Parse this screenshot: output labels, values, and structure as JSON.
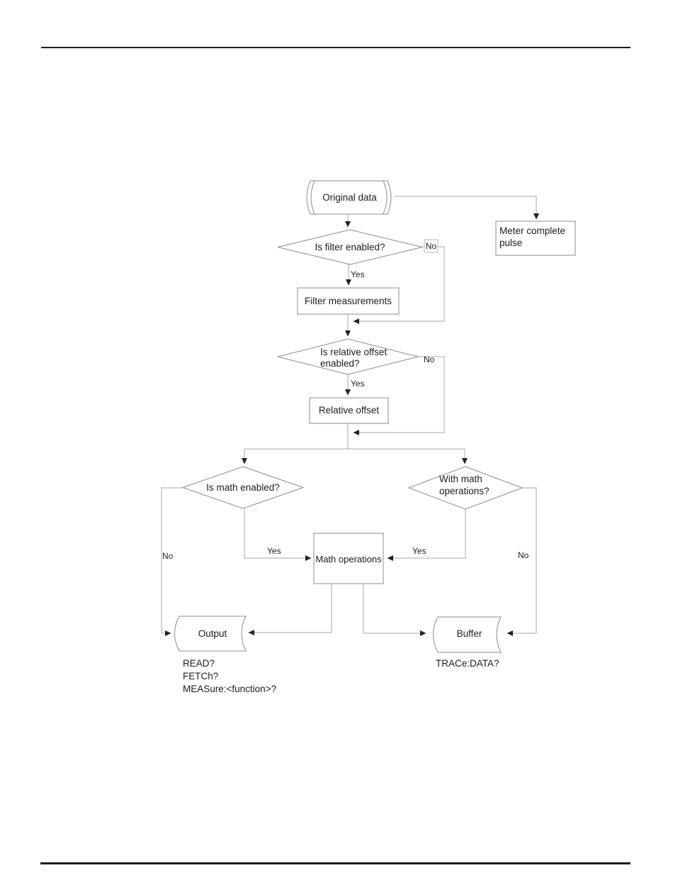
{
  "flowchart": {
    "original_data": {
      "label": "Original data"
    },
    "meter_pulse": {
      "line1": "Meter complete",
      "line2": "pulse"
    },
    "filter_decision": {
      "question": "Is filter enabled?",
      "yes": "Yes",
      "no": "No"
    },
    "filter_action": {
      "label": "Filter measurements"
    },
    "offset_decision": {
      "line1": "Is relative offset",
      "line2": "enabled?",
      "yes": "Yes",
      "no": "No"
    },
    "offset_action": {
      "label": "Relative offset"
    },
    "math_decision": {
      "question": "Is math enabled?",
      "yes": "Yes",
      "no": "No"
    },
    "with_math_decision": {
      "line1": "With math",
      "line2": "operations?",
      "yes": "Yes",
      "no": "No"
    },
    "math_action": {
      "label": "Math operations"
    },
    "output_node": {
      "label": "Output"
    },
    "buffer_node": {
      "label": "Buffer"
    },
    "output_commands": [
      "READ?",
      "FETCh?",
      "MEASure:<function>?"
    ],
    "buffer_commands": [
      "TRACe:DATA?"
    ]
  }
}
